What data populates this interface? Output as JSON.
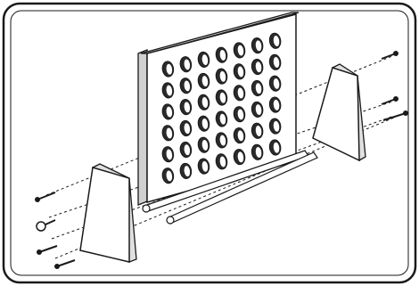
{
  "figure": {
    "kind": "exploded assembly illustration",
    "parts": [
      {
        "name": "game-grid",
        "description": "vertical board",
        "columns": 7,
        "rows": 6
      },
      {
        "name": "left-end-support",
        "count": 1
      },
      {
        "name": "right-end-support",
        "count": 1
      },
      {
        "name": "cross-rod",
        "count": 2
      },
      {
        "name": "left-screws",
        "count": 4
      },
      {
        "name": "right-screws",
        "count": 3
      }
    ],
    "colors": {
      "outline": "#1a1a1a",
      "frame": "#d8d8d8",
      "background": "#ffffff",
      "hole": "#ffffff",
      "hole_fill": "#2a2a2a"
    },
    "assembly_lines": "dashed"
  }
}
